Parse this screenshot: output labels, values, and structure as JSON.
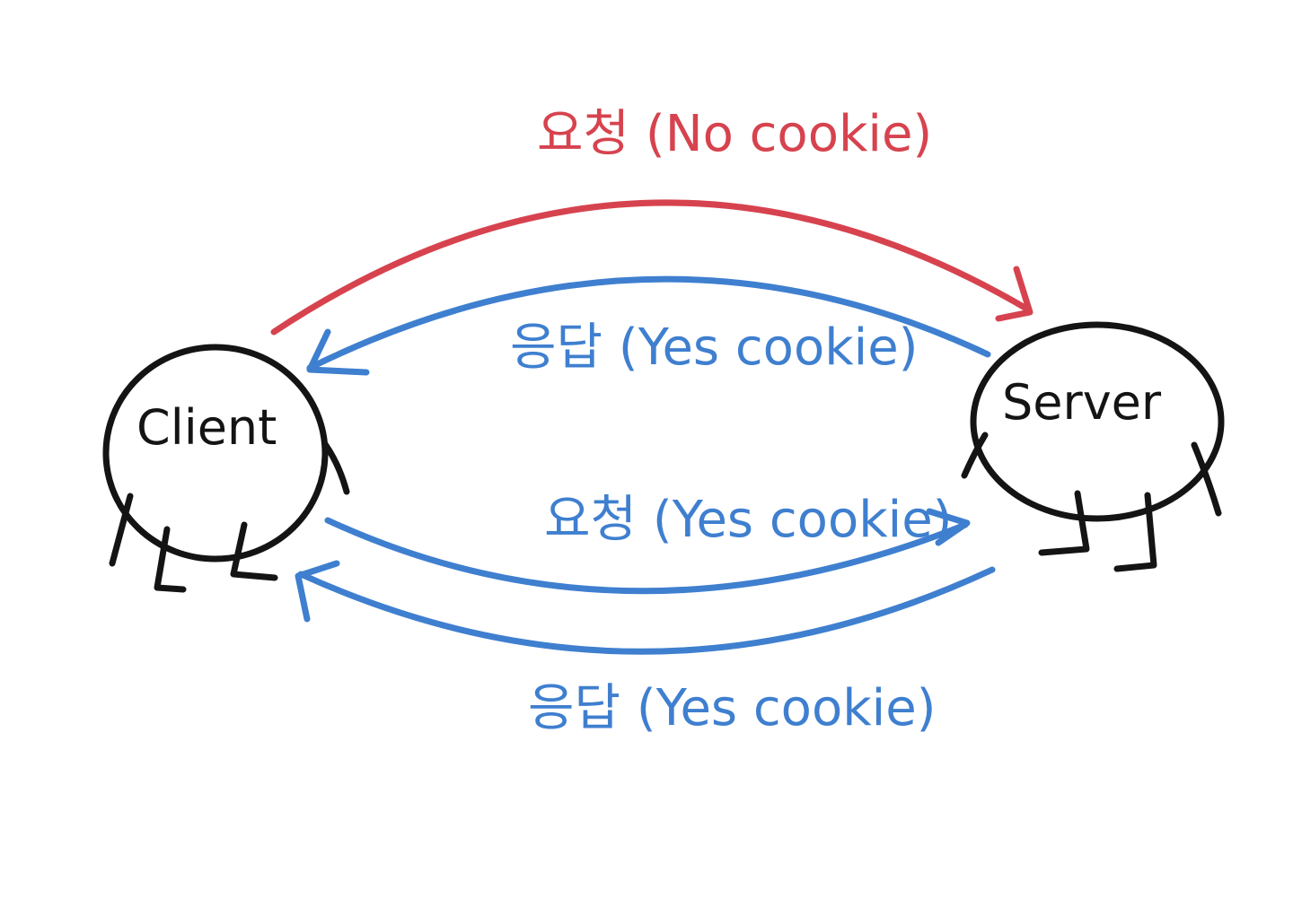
{
  "nodes": {
    "client": {
      "label": "Client"
    },
    "server": {
      "label": "Server"
    }
  },
  "arrows": [
    {
      "id": "req-1",
      "label": "요청 (No cookie)",
      "direction": "client-to-server",
      "color": "#d6434e"
    },
    {
      "id": "res-1",
      "label": "응답 (Yes cookie)",
      "direction": "server-to-client",
      "color": "#3f7fcf"
    },
    {
      "id": "req-2",
      "label": "요청 (Yes cookie)",
      "direction": "client-to-server",
      "color": "#3f7fcf"
    },
    {
      "id": "res-2",
      "label": "응답 (Yes cookie)",
      "direction": "server-to-client",
      "color": "#3f7fcf"
    }
  ],
  "colors": {
    "ink": "#141414",
    "request_red": "#d6434e",
    "blue": "#3f7fcf"
  }
}
